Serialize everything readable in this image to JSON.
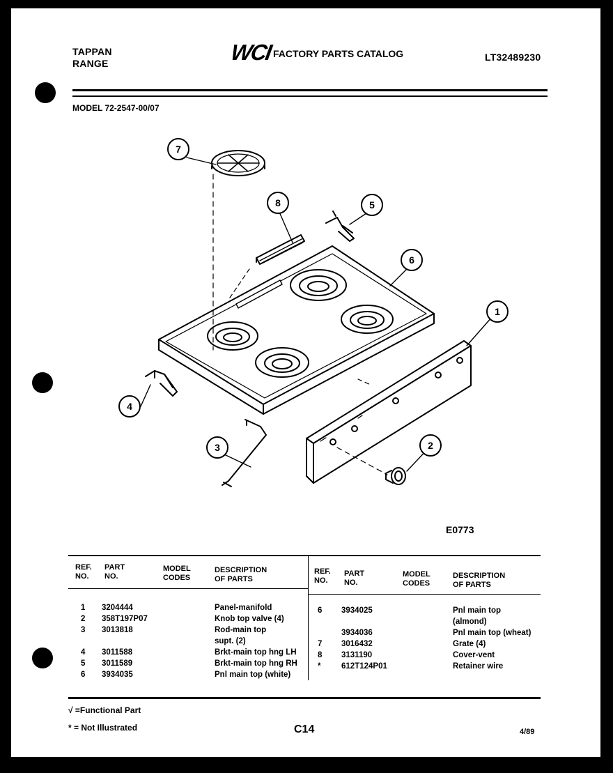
{
  "header": {
    "brand": "TAPPAN",
    "product": "RANGE",
    "logo_text": "WCI",
    "catalog_title": "FACTORY PARTS CATALOG",
    "catalog_number": "LT32489230",
    "model_line": "MODEL 72-2547-00/07"
  },
  "diagram": {
    "callouts": [
      "1",
      "2",
      "3",
      "4",
      "5",
      "6",
      "7",
      "8"
    ],
    "drawing_code": "E0773"
  },
  "table": {
    "headers": {
      "ref": [
        "REF.",
        "NO."
      ],
      "part": [
        "PART",
        "NO."
      ],
      "model": [
        "MODEL",
        "CODES"
      ],
      "desc": [
        "DESCRIPTION",
        "OF PARTS"
      ]
    },
    "left_rows": [
      {
        "ref": "1",
        "part": "3204444",
        "model": "",
        "desc": "Panel-manifold"
      },
      {
        "ref": "2",
        "part": "358T197P07",
        "model": "",
        "desc": "Knob top valve (4)"
      },
      {
        "ref": "3",
        "part": "3013818",
        "model": "",
        "desc": "Rod-main top"
      },
      {
        "ref": "",
        "part": "",
        "model": "",
        "desc": "supt. (2)"
      },
      {
        "ref": "4",
        "part": "3011588",
        "model": "",
        "desc": "Brkt-main top hng LH"
      },
      {
        "ref": "5",
        "part": "3011589",
        "model": "",
        "desc": "Brkt-main top hng RH"
      },
      {
        "ref": "6",
        "part": "3934035",
        "model": "",
        "desc": "Pnl main top (white)"
      }
    ],
    "right_rows": [
      {
        "ref": "6",
        "part": "3934025",
        "model": "",
        "desc": "Pnl main top"
      },
      {
        "ref": "",
        "part": "",
        "model": "",
        "desc": "(almond)"
      },
      {
        "ref": "",
        "part": "3934036",
        "model": "",
        "desc": "Pnl main top (wheat)"
      },
      {
        "ref": "7",
        "part": "3016432",
        "model": "",
        "desc": "Grate (4)"
      },
      {
        "ref": "8",
        "part": "3131190",
        "model": "",
        "desc": "Cover-vent"
      },
      {
        "ref": "*",
        "part": "612T124P01",
        "model": "",
        "desc": "Retainer wire"
      }
    ]
  },
  "footer": {
    "functional_note": "√ =Functional Part",
    "not_illustrated_note": "* = Not Illustrated",
    "page_code": "C14",
    "date": "4/89"
  }
}
